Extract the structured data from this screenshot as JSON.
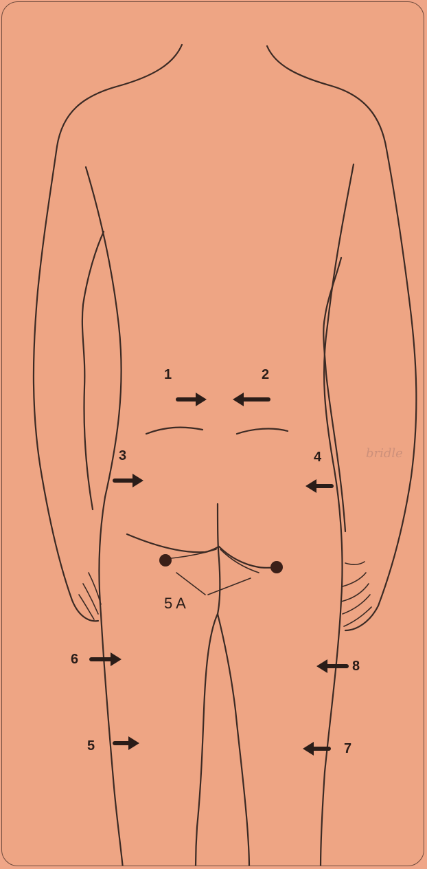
{
  "figure": {
    "points": [
      {
        "id": "1",
        "direction": "right"
      },
      {
        "id": "2",
        "direction": "left"
      },
      {
        "id": "3",
        "direction": "right"
      },
      {
        "id": "4",
        "direction": "left"
      },
      {
        "id": "6",
        "direction": "right"
      },
      {
        "id": "8",
        "direction": "left"
      },
      {
        "id": "5",
        "direction": "right"
      },
      {
        "id": "7",
        "direction": "left"
      }
    ],
    "point_5A_label": "5 A",
    "margin_scribble": "bridle"
  }
}
